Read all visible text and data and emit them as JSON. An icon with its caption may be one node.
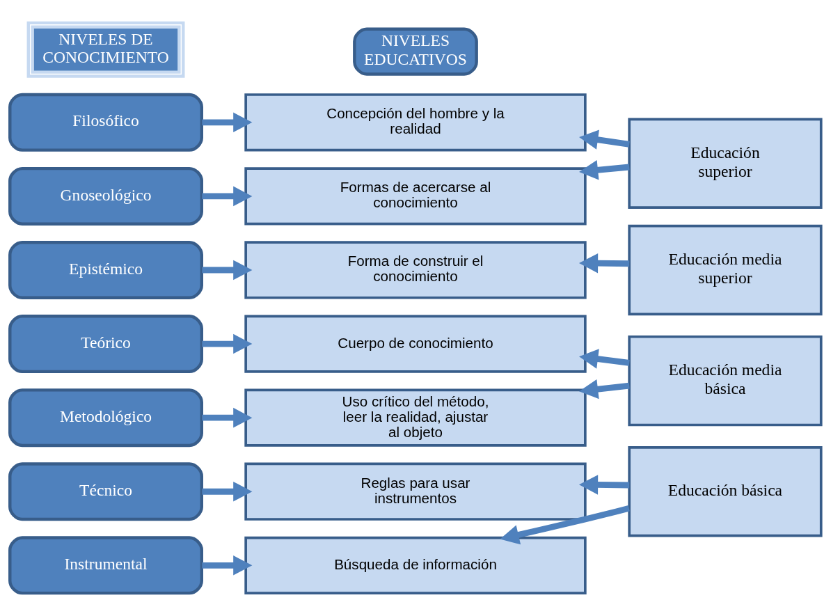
{
  "diagram": {
    "nodes": [
      {
        "text": [
          "NIVELES DE CONOCIMIENTO"
        ]
      },
      {
        "text": [
          "NIVELES EDUCATIVOS"
        ]
      },
      {
        "text": [
          "Filosófico"
        ]
      },
      {
        "text": [
          "Gnoseológico"
        ]
      },
      {
        "text": [
          "Epistémico"
        ]
      },
      {
        "text": [
          "Teórico"
        ]
      },
      {
        "text": [
          "Metodológico"
        ]
      },
      {
        "text": [
          "Técnico"
        ]
      },
      {
        "text": [
          "Instrumental"
        ]
      },
      {
        "text": [
          "Concepción del hombre y la realidad"
        ]
      },
      {
        "text": [
          "Formas de acercarse al conocimiento"
        ]
      },
      {
        "text": [
          "Forma de construir el conocimiento"
        ]
      },
      {
        "text": [
          "Cuerpo de conocimiento"
        ]
      },
      {
        "text": [
          "Uso crítico del método, leer la realidad, ajustar al objeto"
        ]
      },
      {
        "text": [
          "Reglas para usar instrumentos"
        ]
      },
      {
        "text": [
          "Búsqueda de información"
        ]
      },
      {
        "text": [
          "Educación superior"
        ]
      },
      {
        "text": [
          "Educación media superior"
        ]
      },
      {
        "text": [
          "Educación media básica"
        ]
      },
      {
        "text": [
          "Educación básica"
        ]
      }
    ],
    "edges": [
      {
        "from": 2,
        "to": 9,
        "arrow": "to"
      },
      {
        "from": 3,
        "to": 10,
        "arrow": "to"
      },
      {
        "from": 4,
        "to": 11,
        "arrow": "to"
      },
      {
        "from": 5,
        "to": 12,
        "arrow": "to"
      },
      {
        "from": 6,
        "to": 13,
        "arrow": "to"
      },
      {
        "from": 7,
        "to": 14,
        "arrow": "to"
      },
      {
        "from": 8,
        "to": 15,
        "arrow": "to"
      },
      {
        "from": 16,
        "to": 9,
        "arrow": "to"
      },
      {
        "from": 16,
        "to": 10,
        "arrow": "to"
      },
      {
        "from": 17,
        "to": 11,
        "arrow": "to"
      },
      {
        "from": 18,
        "to": 12,
        "arrow": "to"
      },
      {
        "from": 18,
        "to": 13,
        "arrow": "to"
      },
      {
        "from": 19,
        "to": 14,
        "arrow": "to"
      },
      {
        "from": 19,
        "to": 15,
        "arrow": "to"
      }
    ]
  }
}
